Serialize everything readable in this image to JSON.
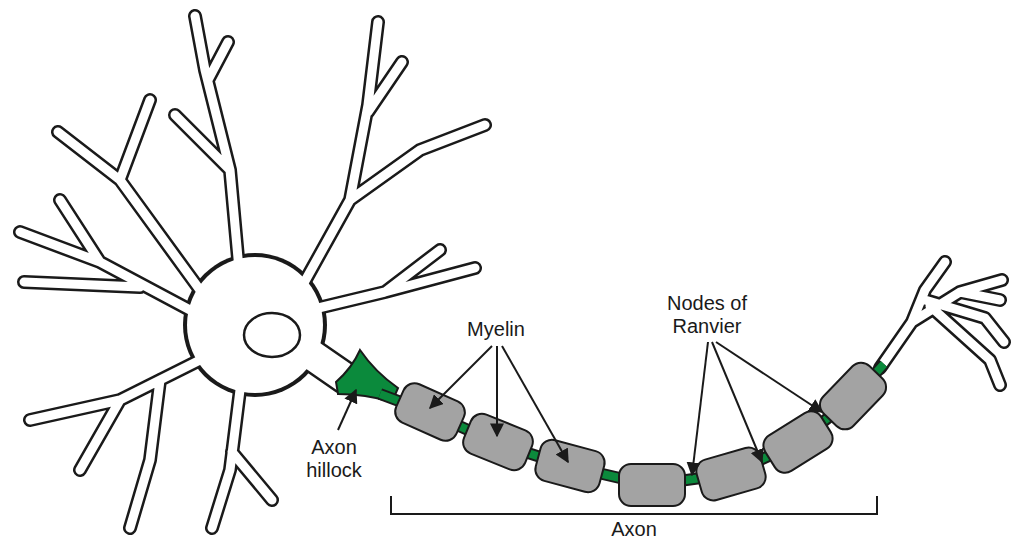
{
  "diagram": {
    "labels": [
      "Myelin",
      "Nodes of Ranvier",
      "Axon hillock",
      "Axon"
    ]
  }
}
